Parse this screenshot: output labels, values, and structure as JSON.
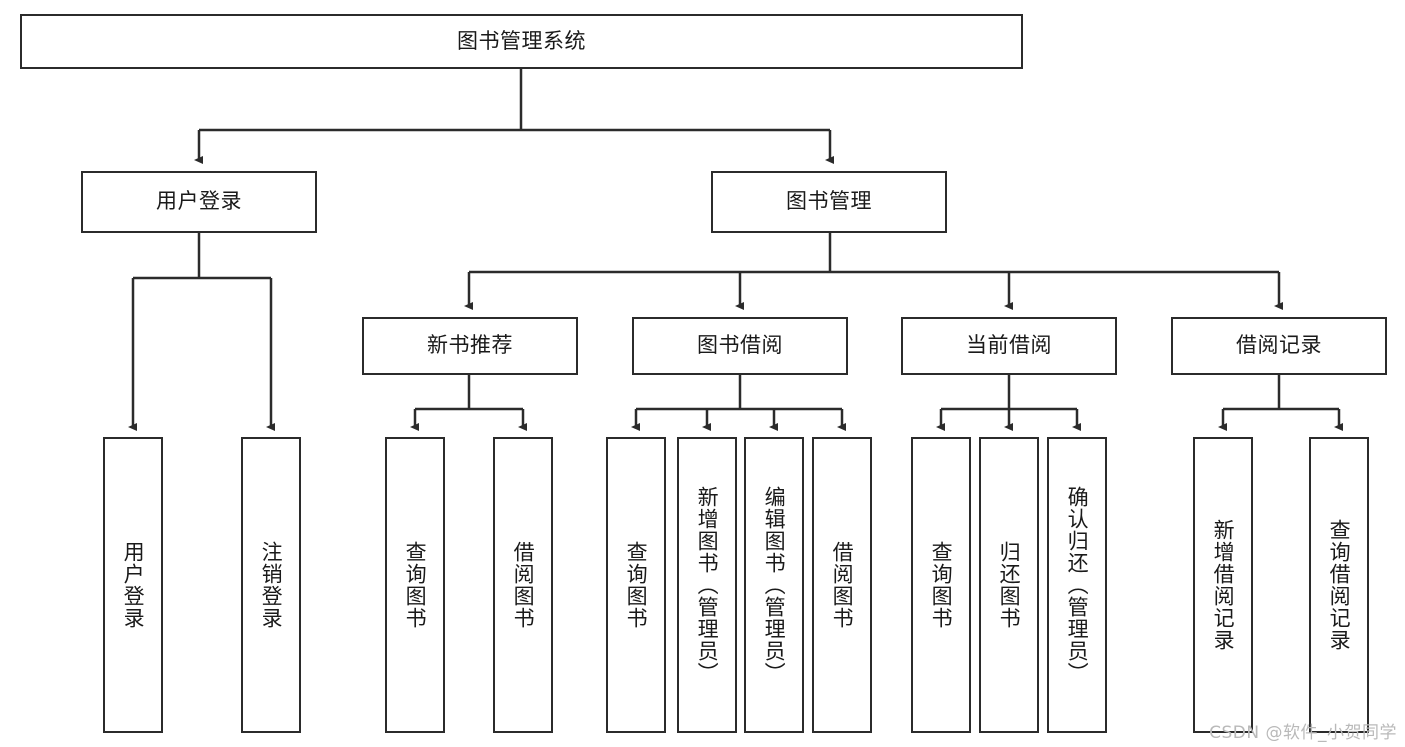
{
  "diagram": {
    "type": "tree-hierarchy",
    "title": "图书管理系统",
    "root": {
      "id": "root",
      "label": "图书管理系统",
      "orientation": "horizontal"
    },
    "level2": [
      {
        "id": "user-login",
        "label": "用户登录",
        "orientation": "horizontal"
      },
      {
        "id": "book-manage",
        "label": "图书管理",
        "orientation": "horizontal"
      }
    ],
    "level3": [
      {
        "id": "new-book-rec",
        "label": "新书推荐",
        "orientation": "horizontal",
        "parent": "book-manage"
      },
      {
        "id": "book-borrow",
        "label": "图书借阅",
        "orientation": "horizontal",
        "parent": "book-manage"
      },
      {
        "id": "current-borrow",
        "label": "当前借阅",
        "orientation": "horizontal",
        "parent": "book-manage"
      },
      {
        "id": "borrow-record",
        "label": "借阅记录",
        "orientation": "horizontal",
        "parent": "book-manage"
      }
    ],
    "leaves": [
      {
        "id": "leaf-user-login",
        "label": "用户登录",
        "orientation": "vertical",
        "parent": "user-login"
      },
      {
        "id": "leaf-user-logout",
        "label": "注销登录",
        "orientation": "vertical",
        "parent": "user-login"
      },
      {
        "id": "leaf-query-book-1",
        "label": "查询图书",
        "orientation": "vertical",
        "parent": "new-book-rec"
      },
      {
        "id": "leaf-borrow-book-1",
        "label": "借阅图书",
        "orientation": "vertical",
        "parent": "new-book-rec"
      },
      {
        "id": "leaf-query-book-2",
        "label": "查询图书",
        "orientation": "vertical",
        "parent": "book-borrow"
      },
      {
        "id": "leaf-add-book",
        "label": "新增图书（管理员）",
        "orientation": "vertical",
        "parent": "book-borrow"
      },
      {
        "id": "leaf-edit-book",
        "label": "编辑图书（管理员）",
        "orientation": "vertical",
        "parent": "book-borrow"
      },
      {
        "id": "leaf-borrow-book-2",
        "label": "借阅图书",
        "orientation": "vertical",
        "parent": "book-borrow"
      },
      {
        "id": "leaf-query-book-3",
        "label": "查询图书",
        "orientation": "vertical",
        "parent": "current-borrow"
      },
      {
        "id": "leaf-return-book",
        "label": "归还图书",
        "orientation": "vertical",
        "parent": "current-borrow"
      },
      {
        "id": "leaf-confirm-return",
        "label": "确认归还（管理员）",
        "orientation": "vertical",
        "parent": "current-borrow"
      },
      {
        "id": "leaf-add-record",
        "label": "新增借阅记录",
        "orientation": "vertical",
        "parent": "borrow-record"
      },
      {
        "id": "leaf-query-record",
        "label": "查询借阅记录",
        "orientation": "vertical",
        "parent": "borrow-record"
      }
    ],
    "colors": {
      "background": "#ffffff",
      "box_fill": "#ffffff",
      "box_border": "#2b2b2b",
      "text": "#1a1a1a",
      "edge": "#2b2b2b",
      "watermark": "#b9b9b9"
    }
  },
  "watermark": {
    "text": "CSDN @软件_小贺同学"
  }
}
